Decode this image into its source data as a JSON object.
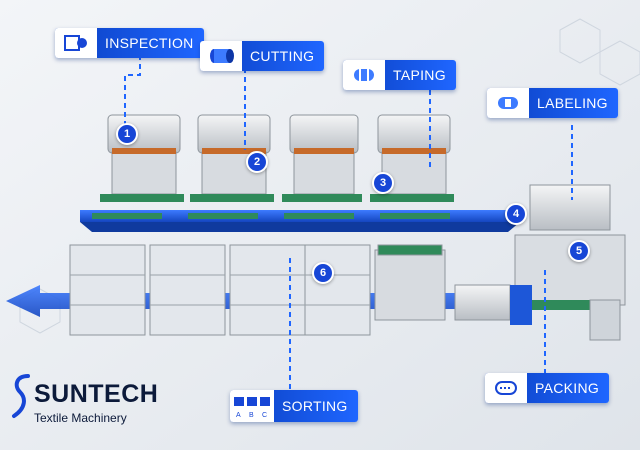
{
  "stations": [
    {
      "number": "1",
      "label": "INSPECTION",
      "icon": "fabric-inspection-icon"
    },
    {
      "number": "2",
      "label": "CUTTING",
      "icon": "fabric-roll-cutting-icon"
    },
    {
      "number": "3",
      "label": "TAPING",
      "icon": "taped-roll-icon"
    },
    {
      "number": "4",
      "label": "LABELING",
      "icon": "labeled-roll-icon"
    },
    {
      "number": "5",
      "label": "PACKING",
      "icon": "packed-roll-icon"
    },
    {
      "number": "6",
      "label": "SORTING",
      "icon": "sorting-bins-icon",
      "bins": [
        "A",
        "B",
        "C"
      ]
    }
  ],
  "brand": {
    "name": "SUNTECH",
    "tagline": "Textile Machinery"
  },
  "colors": {
    "accent": "#1f66ff",
    "label_dark": "#0a3fc0",
    "belt": "#1d57d8",
    "background": "#e9edf2",
    "machine_green": "#2f8a5a"
  }
}
